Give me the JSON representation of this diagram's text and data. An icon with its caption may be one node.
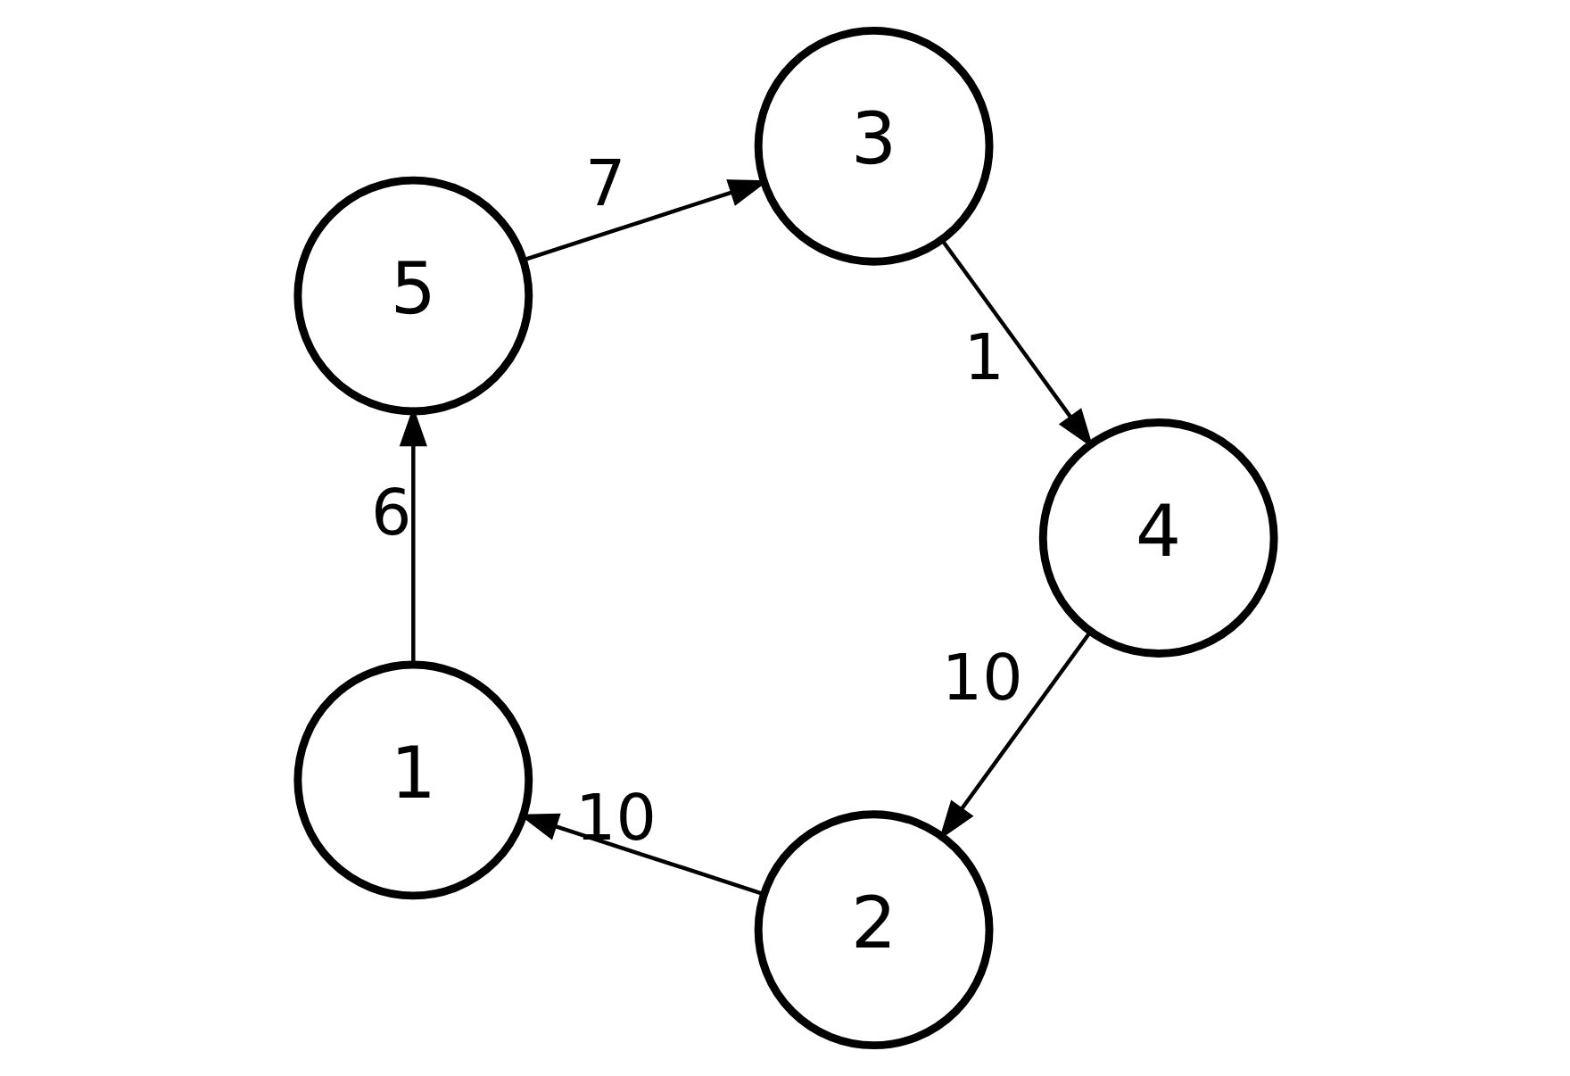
{
  "diagram": {
    "nodes": [
      {
        "text": [
          "2"
        ]
      },
      {
        "text": [
          "1"
        ]
      },
      {
        "text": [
          "4"
        ]
      },
      {
        "text": [
          "3"
        ]
      },
      {
        "text": [
          "5"
        ]
      }
    ],
    "edges": [
      {
        "from": 0,
        "to": 1,
        "arrow": "to",
        "label": "10"
      },
      {
        "from": 1,
        "to": 4,
        "arrow": "to",
        "label": "6"
      },
      {
        "from": 4,
        "to": 3,
        "arrow": "to",
        "label": "7"
      },
      {
        "from": 3,
        "to": 2,
        "arrow": "to",
        "label": "1"
      },
      {
        "from": 2,
        "to": 0,
        "arrow": "to",
        "label": "10"
      }
    ]
  }
}
